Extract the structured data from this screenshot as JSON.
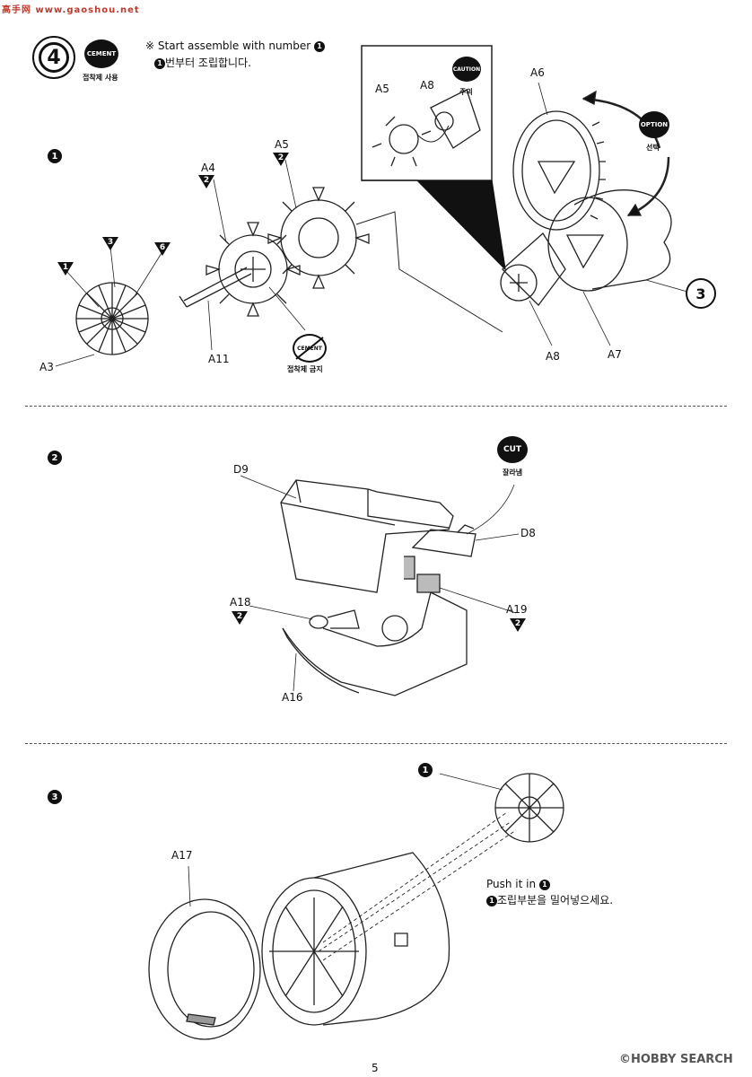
{
  "watermark_top": "高手网 www.gaoshou.net",
  "header": {
    "step_number": "4",
    "cement_badge": "CEMENT",
    "cement_caption": "접착제 사용",
    "instruction_en": "※ Start assemble with number",
    "instruction_en_num": "1",
    "instruction_kr_num": "1",
    "instruction_kr": "번부터 조립합니다."
  },
  "section1": {
    "number": "1",
    "labels": {
      "a3": "A3",
      "a4": "A4",
      "a5": "A5",
      "a11": "A11",
      "a6": "A6",
      "a7": "A7",
      "a8": "A8",
      "inset_a5": "A5",
      "inset_a8": "A8"
    },
    "qty": {
      "q1": "1",
      "q3": "3",
      "q6": "6",
      "a4": "2",
      "a5": "2"
    },
    "no_cement_badge": "CEMENT",
    "no_cement_caption": "접착제 금지",
    "caution_badge": "CAUTION",
    "caution_caption": "주의",
    "option_badge": "OPTION",
    "option_caption": "선택",
    "ref_step": "3"
  },
  "section2": {
    "number": "2",
    "labels": {
      "d9": "D9",
      "d8": "D8",
      "a18": "A18",
      "a19": "A19",
      "a16": "A16"
    },
    "qty": {
      "a18": "2",
      "a19": "2"
    },
    "cut_badge": "CUT",
    "cut_caption": "잘라냄"
  },
  "section3": {
    "number": "3",
    "labels": {
      "a17": "A17"
    },
    "ref_num": "1",
    "push_en": "Push it in",
    "push_en_num": "1",
    "push_kr_num": "1",
    "push_kr": "조립부분을 밀어넣으세요."
  },
  "footer": {
    "page_number": "5",
    "watermark": "©HOBBY SEARCH"
  }
}
